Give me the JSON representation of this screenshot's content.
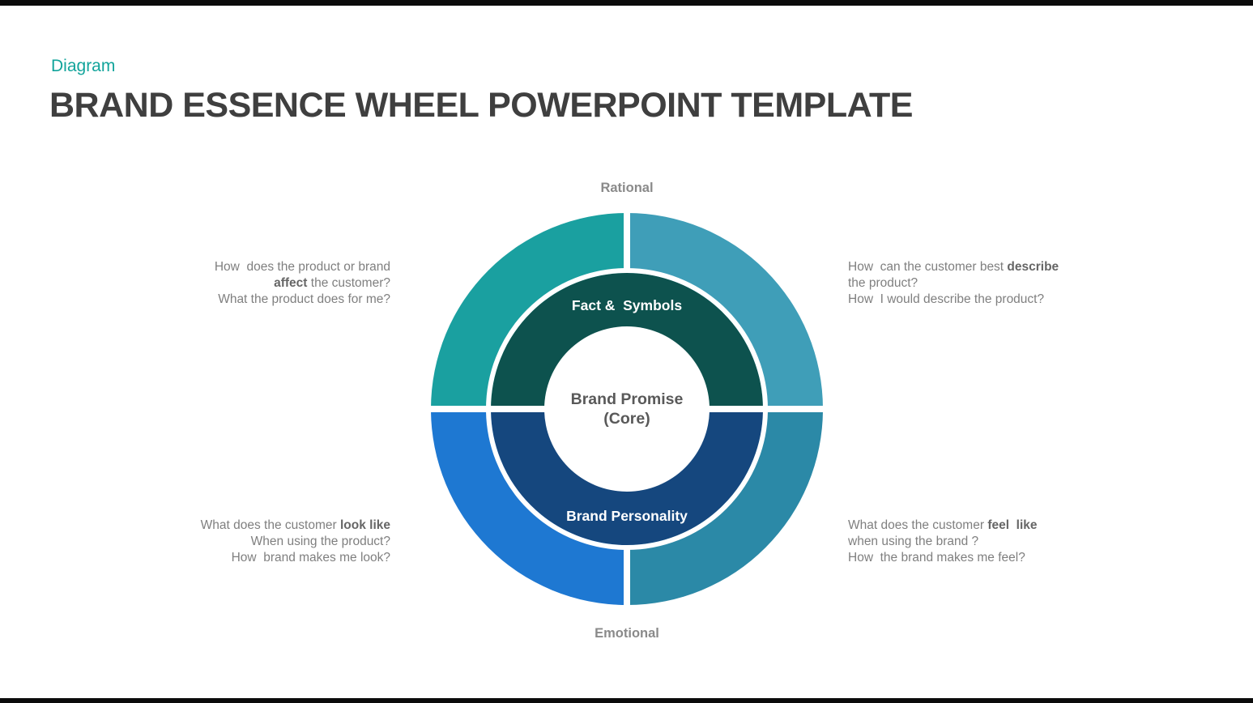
{
  "page": {
    "category_label": "Diagram",
    "title": "BRAND ESSENCE WHEEL POWERPOINT TEMPLATE"
  },
  "wheel": {
    "axis_top_label": "Rational",
    "axis_bottom_label": "Emotional",
    "inner_top_label": "Fact &  Symbols",
    "inner_bottom_label": "Brand Personality",
    "core_line1": "Brand Promise",
    "core_line2": "(Core)",
    "colors": {
      "outer_top_left": "#1aa0a0",
      "outer_top_right": "#3f9eb8",
      "outer_bottom_left": "#1e78d2",
      "outer_bottom_right": "#2b89a7",
      "inner_top": "#0d524e",
      "inner_bottom": "#15477e",
      "separator": "#ffffff",
      "core": "#ffffff"
    }
  },
  "annotations": {
    "top_left": {
      "lines": [
        [
          {
            "t": "How  does the product or brand"
          }
        ],
        [
          {
            "t": "affect",
            "b": true
          },
          {
            "t": " the customer?"
          }
        ],
        [
          {
            "t": "What the product does for me?"
          }
        ]
      ]
    },
    "top_right": {
      "lines": [
        [
          {
            "t": "How  can the customer best "
          },
          {
            "t": "describe",
            "b": true
          }
        ],
        [
          {
            "t": "the product?"
          }
        ],
        [
          {
            "t": "How  I would describe the product?"
          }
        ]
      ]
    },
    "bottom_left": {
      "lines": [
        [
          {
            "t": "What does the customer "
          },
          {
            "t": "look like",
            "b": true
          }
        ],
        [
          {
            "t": "When using the product?"
          }
        ],
        [
          {
            "t": "How  brand makes me look?"
          }
        ]
      ]
    },
    "bottom_right": {
      "lines": [
        [
          {
            "t": "What does the customer "
          },
          {
            "t": "feel  like",
            "b": true
          }
        ],
        [
          {
            "t": "when using the brand ?"
          }
        ],
        [
          {
            "t": "How  the brand makes me feel?"
          }
        ]
      ]
    }
  },
  "colors": {
    "accent": "#12a49b",
    "title_text": "#3f3f3f",
    "axis_label_text": "#8a8a8a",
    "annotation_text": "#7f7f7f",
    "core_text": "#595959"
  }
}
